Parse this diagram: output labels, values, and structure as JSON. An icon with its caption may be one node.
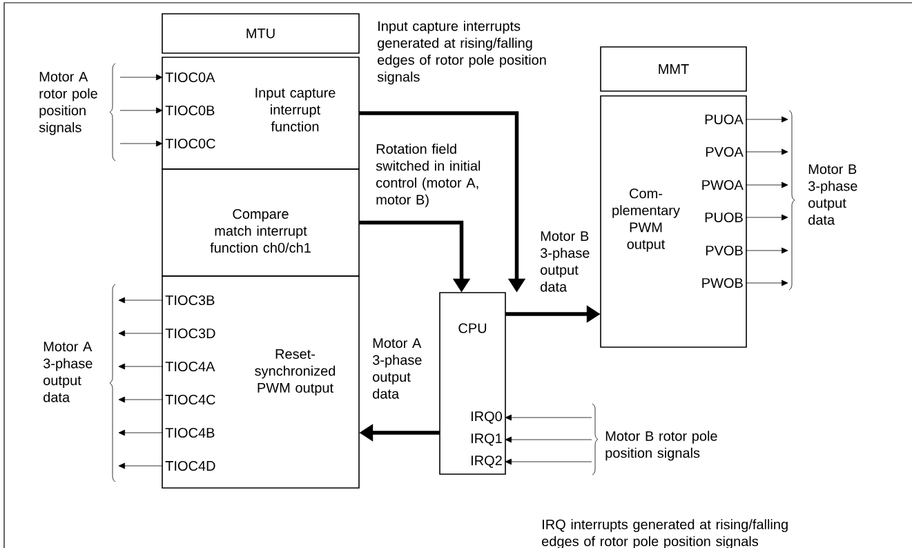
{
  "diagram": {
    "nodes": [
      {
        "text": [
          "MTU"
        ]
      },
      {
        "text": [
          "Input capture interrupt function"
        ]
      },
      {
        "text": [
          "TIOC0A"
        ],
        "in": 1
      },
      {
        "text": [
          "TIOC0B"
        ],
        "in": 1
      },
      {
        "text": [
          "TIOC0C"
        ],
        "in": 1
      },
      {
        "text": [
          "Compare match interrupt function ch0/ch1"
        ]
      },
      {
        "text": [
          "Reset- synchronized PWM output"
        ]
      },
      {
        "text": [
          "TIOC3B"
        ],
        "in": 6
      },
      {
        "text": [
          "TIOC3D"
        ],
        "in": 6
      },
      {
        "text": [
          "TIOC4A"
        ],
        "in": 6
      },
      {
        "text": [
          "TIOC4C"
        ],
        "in": 6
      },
      {
        "text": [
          "TIOC4B"
        ],
        "in": 6
      },
      {
        "text": [
          "TIOC4D"
        ],
        "in": 6
      },
      {
        "text": [
          "CPU"
        ]
      },
      {
        "text": [
          "IRQ0"
        ],
        "in": 13
      },
      {
        "text": [
          "IRQ1"
        ],
        "in": 13
      },
      {
        "text": [
          "IRQ2"
        ],
        "in": 13
      },
      {
        "text": [
          "MMT"
        ]
      },
      {
        "text": [
          "Com- plementary PWM output"
        ]
      },
      {
        "text": [
          "PUOA"
        ],
        "in": 18
      },
      {
        "text": [
          "PVOA"
        ],
        "in": 18
      },
      {
        "text": [
          "PWOA"
        ],
        "in": 18
      },
      {
        "text": [
          "PUOB"
        ],
        "in": 18
      },
      {
        "text": [
          "PVOB"
        ],
        "in": 18
      },
      {
        "text": [
          "PWOB"
        ],
        "in": 18
      }
    ],
    "edges": [
      {
        "from": null,
        "to": 2,
        "arrow": "to"
      },
      {
        "from": null,
        "to": 3,
        "arrow": "to"
      },
      {
        "from": null,
        "to": 4,
        "arrow": "to"
      },
      {
        "from": 1,
        "to": 13,
        "arrow": "to",
        "style": "thick",
        "label": "Input capture interrupts generated at rising/falling edges of rotor pole position signals"
      },
      {
        "from": 5,
        "to": 13,
        "arrow": "to",
        "style": "thick",
        "label": "Rotation field switched in initial control (motor A, motor B)"
      },
      {
        "from": 13,
        "to": 18,
        "arrow": "to",
        "style": "thick",
        "label": "Motor B 3-phase output data"
      },
      {
        "from": 13,
        "to": 6,
        "arrow": "to",
        "style": "thick",
        "label": "Motor A 3-phase output data"
      },
      {
        "from": 7,
        "to": null,
        "arrow": "to"
      },
      {
        "from": 8,
        "to": null,
        "arrow": "to"
      },
      {
        "from": 9,
        "to": null,
        "arrow": "to"
      },
      {
        "from": 10,
        "to": null,
        "arrow": "to"
      },
      {
        "from": 11,
        "to": null,
        "arrow": "to"
      },
      {
        "from": 12,
        "to": null,
        "arrow": "to"
      },
      {
        "from": null,
        "to": 14,
        "arrow": "to"
      },
      {
        "from": null,
        "to": 15,
        "arrow": "to"
      },
      {
        "from": null,
        "to": 16,
        "arrow": "to"
      },
      {
        "from": 19,
        "to": null,
        "arrow": "to"
      },
      {
        "from": 20,
        "to": null,
        "arrow": "to"
      },
      {
        "from": 21,
        "to": null,
        "arrow": "to"
      },
      {
        "from": 22,
        "to": null,
        "arrow": "to"
      },
      {
        "from": 23,
        "to": null,
        "arrow": "to"
      },
      {
        "from": 24,
        "to": null,
        "arrow": "to"
      }
    ],
    "labels": [
      "Motor A rotor pole position signals",
      "Motor A 3-phase output data",
      "Motor B 3-phase output data",
      "Motor B rotor pole position signals",
      "IRQ interrupts generated at rising/falling edges of rotor pole position signals"
    ]
  }
}
